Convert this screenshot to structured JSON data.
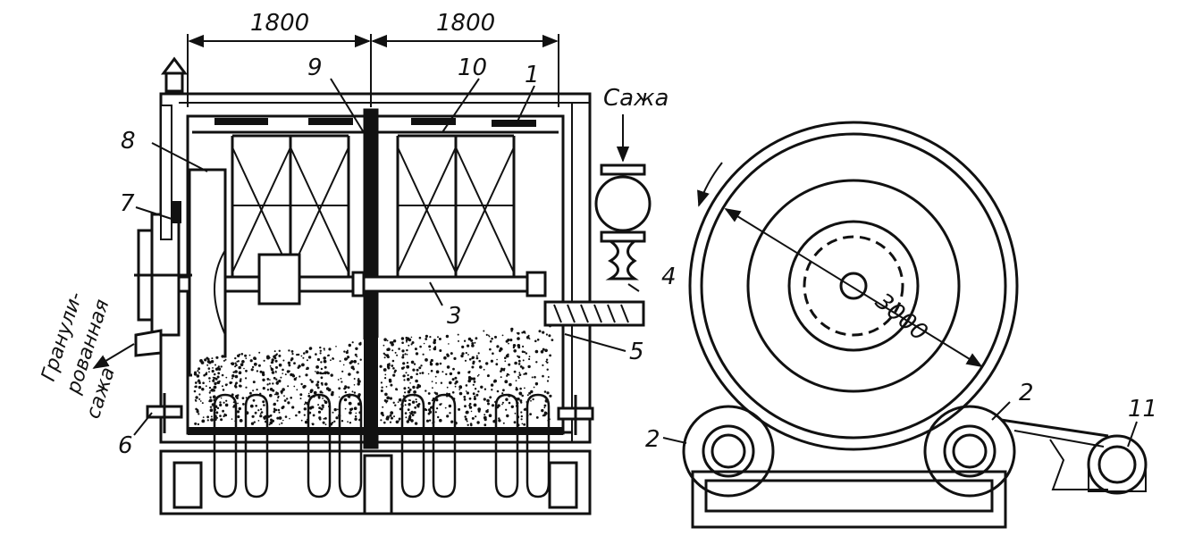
{
  "dimensions": {
    "left_width": "1800",
    "right_width": "1800",
    "diameter": "3000"
  },
  "callouts": {
    "n1": "1",
    "n2a": "2",
    "n2b": "2",
    "n3": "3",
    "n4": "4",
    "n5": "5",
    "n6": "6",
    "n7": "7",
    "n8": "8",
    "n9": "9",
    "n10": "10",
    "n11": "11"
  },
  "flows": {
    "inlet": "Сажа",
    "outlet_line1": "Гранули-",
    "outlet_line2": "рованная",
    "outlet_line3": "сажа"
  }
}
